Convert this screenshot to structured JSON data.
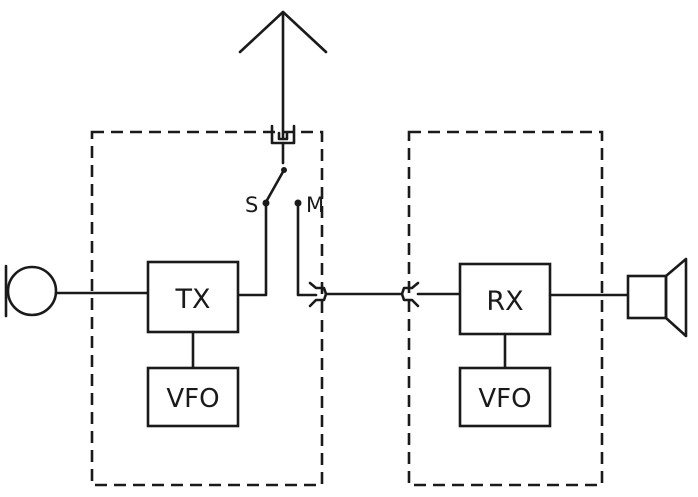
{
  "transmitter": {
    "main_block": "TX",
    "oscillator_block": "VFO"
  },
  "receiver": {
    "main_block": "RX",
    "oscillator_block": "VFO"
  },
  "switch": {
    "contact_s": "S",
    "contact_m": "M"
  },
  "icons": {
    "input": "microphone-icon",
    "output": "loudspeaker-icon",
    "antenna": "antenna-icon"
  },
  "colors": {
    "ink": "#1a1a1a",
    "paper": "#ffffff"
  }
}
